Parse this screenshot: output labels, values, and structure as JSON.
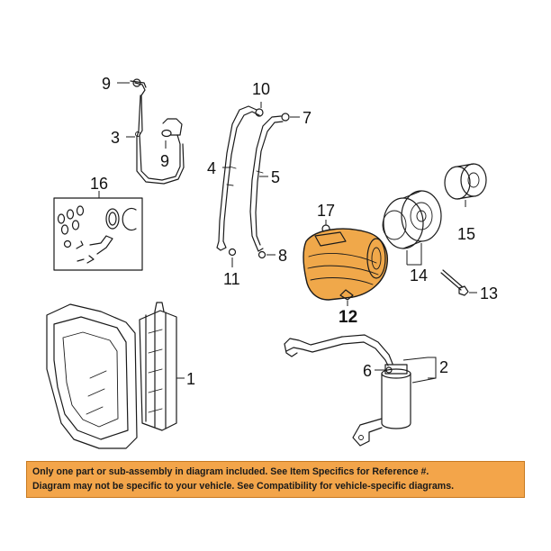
{
  "colors": {
    "highlight_part": "#f0a84a",
    "banner_background": "#f3a54a",
    "line_art": "#1a1a1a"
  },
  "callouts": {
    "c1": "1",
    "c2": "2",
    "c3": "3",
    "c4": "4",
    "c5": "5",
    "c6": "6",
    "c7": "7",
    "c8": "8",
    "c9a": "9",
    "c9b": "9",
    "c10": "10",
    "c11": "11",
    "c12": "12",
    "c13": "13",
    "c14": "14",
    "c15": "15",
    "c16": "16",
    "c17": "17"
  },
  "highlighted_callout": "12",
  "notice": {
    "line1": "Only one part or sub-assembly in diagram included. See Item Specifics for Reference #.",
    "line2": "Diagram may not be specific to your vehicle. See Compatibility for vehicle-specific diagrams."
  }
}
